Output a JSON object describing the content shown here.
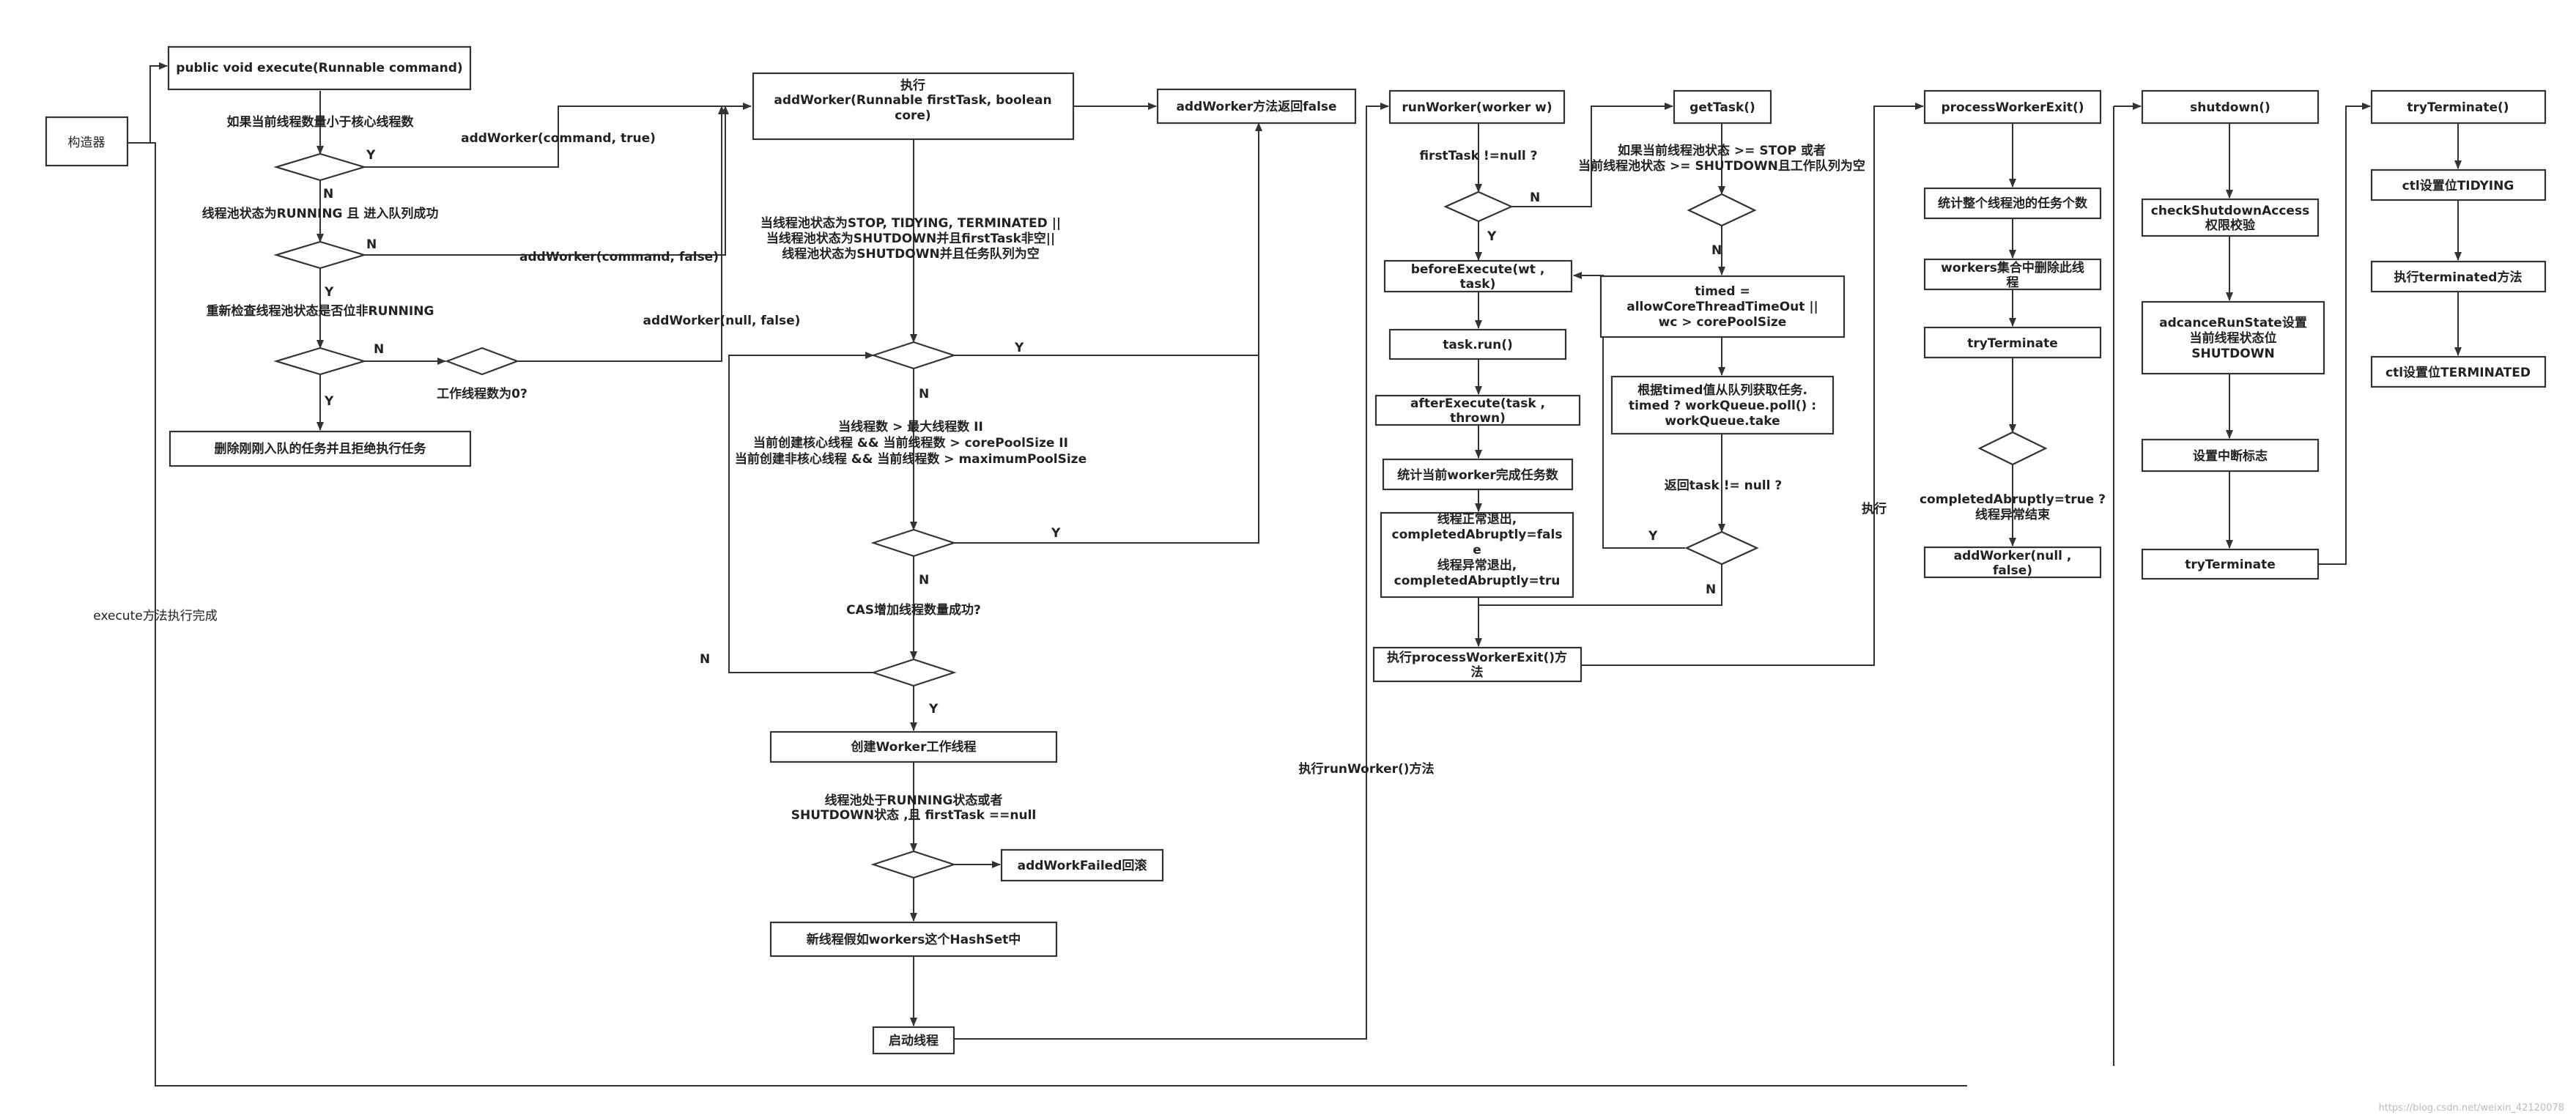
{
  "nodes": {
    "constructor": "构造器",
    "execute": "public void execute(Runnable command)",
    "reject": "删除刚刚入队的任务并且拒绝执行任务",
    "addWorkerFn": [
      "执行",
      "addWorker(Runnable firstTask, boolean",
      "core)"
    ],
    "returnFalse": "addWorker方法返回false",
    "createWorker": "创建Worker工作线程",
    "addWorkFailed": "addWorkFailed回滚",
    "addToSet": "新线程假如workers这个HashSet中",
    "startThread": "启动线程",
    "runWorker": "runWorker(worker w)",
    "beforeExecute": [
      "beforeExecute(wt ,",
      "task)"
    ],
    "taskRun": "task.run()",
    "afterExecute": [
      "afterExecute(task ,",
      "thrown)"
    ],
    "countTasks": "统计当前worker完成任务数",
    "exitFlags": [
      "线程正常退出,",
      "completedAbruptly=fals",
      "e",
      "线程异常退出,",
      "completedAbruptly=tru"
    ],
    "execProcessExit": [
      "执行processWorkerExit()方",
      "法"
    ],
    "getTask": "getTask()",
    "timed": [
      "timed =",
      "allowCoreThreadTimeOut ||",
      "wc > corePoolSize"
    ],
    "pollTake": [
      "根据timed值从队列获取任务.",
      "timed ? workQueue.poll() :",
      "workQueue.take"
    ],
    "processWorkerExit": "processWorkerExit()",
    "countPool": "统计整个线程池的任务个数",
    "removeWorker": [
      "workers集合中删除此线",
      "程"
    ],
    "tryTerminate1": "tryTerminate",
    "addWorkerNull": [
      "addWorker(null ,",
      "false)"
    ],
    "shutdown": "shutdown()",
    "checkAccess": [
      "checkShutdownAccess",
      "权限校验"
    ],
    "advanceState": [
      "adcanceRunState设置",
      "当前线程状态位",
      "SHUTDOWN"
    ],
    "interrupt": "设置中断标志",
    "tryTerminate2": "tryTerminate",
    "tryTerminateFn": "tryTerminate()",
    "ctlTidying": "ctl设置位TIDYING",
    "terminated": "执行terminated方法",
    "ctlTerminated": "ctl设置位TERMINATED"
  },
  "labels": {
    "lessThanCore": "如果当前线程数量小于核心线程数",
    "addWorkerTrue": "addWorker(command, true)",
    "runningQueued": "线程池状态为RUNNING 且 进入队列成功",
    "addWorkerFalse": "addWorker(command, false)",
    "recheck": "重新检查线程池状态是否位非RUNNING",
    "addWorkerNullFalse": "addWorker(null, false)",
    "workerZero": "工作线程数为0?",
    "executeDone": "execute方法执行完成",
    "stateCheck": [
      "当线程池状态为STOP, TIDYING, TERMINATED ||",
      "当线程池状态为SHUTDOWN并且firstTask非空||",
      "线程池状态为SHUTDOWN并且任务队列为空"
    ],
    "threadCount": [
      "当线程数 > 最大线程数 II",
      "当前创建核心线程 && 当前线程数 > corePoolSize II",
      "当前创建非核心线程 && 当前线程数 > maximumPoolSize"
    ],
    "casIncrease": "CAS增加线程数量成功?",
    "runningOrShutdown": [
      "线程池处于RUNNING状态或者",
      "SHUTDOWN状态 ,且 firstTask ==null"
    ],
    "execRunWorker": "执行runWorker()方法",
    "firstTaskNotNull": "firstTask !=null ?",
    "stopOrShutdown": [
      "如果当前线程池状态 >= STOP 或者",
      "当前线程池状态 >= SHUTDOWN且工作队列为空"
    ],
    "taskNotNull": "返回task != null ?",
    "execute": "执行",
    "abrupt": [
      "completedAbruptly=true ?",
      "线程异常结束"
    ],
    "Y": "Y",
    "N": "N"
  },
  "watermark": "https://blog.csdn.net/weixin_42120078"
}
